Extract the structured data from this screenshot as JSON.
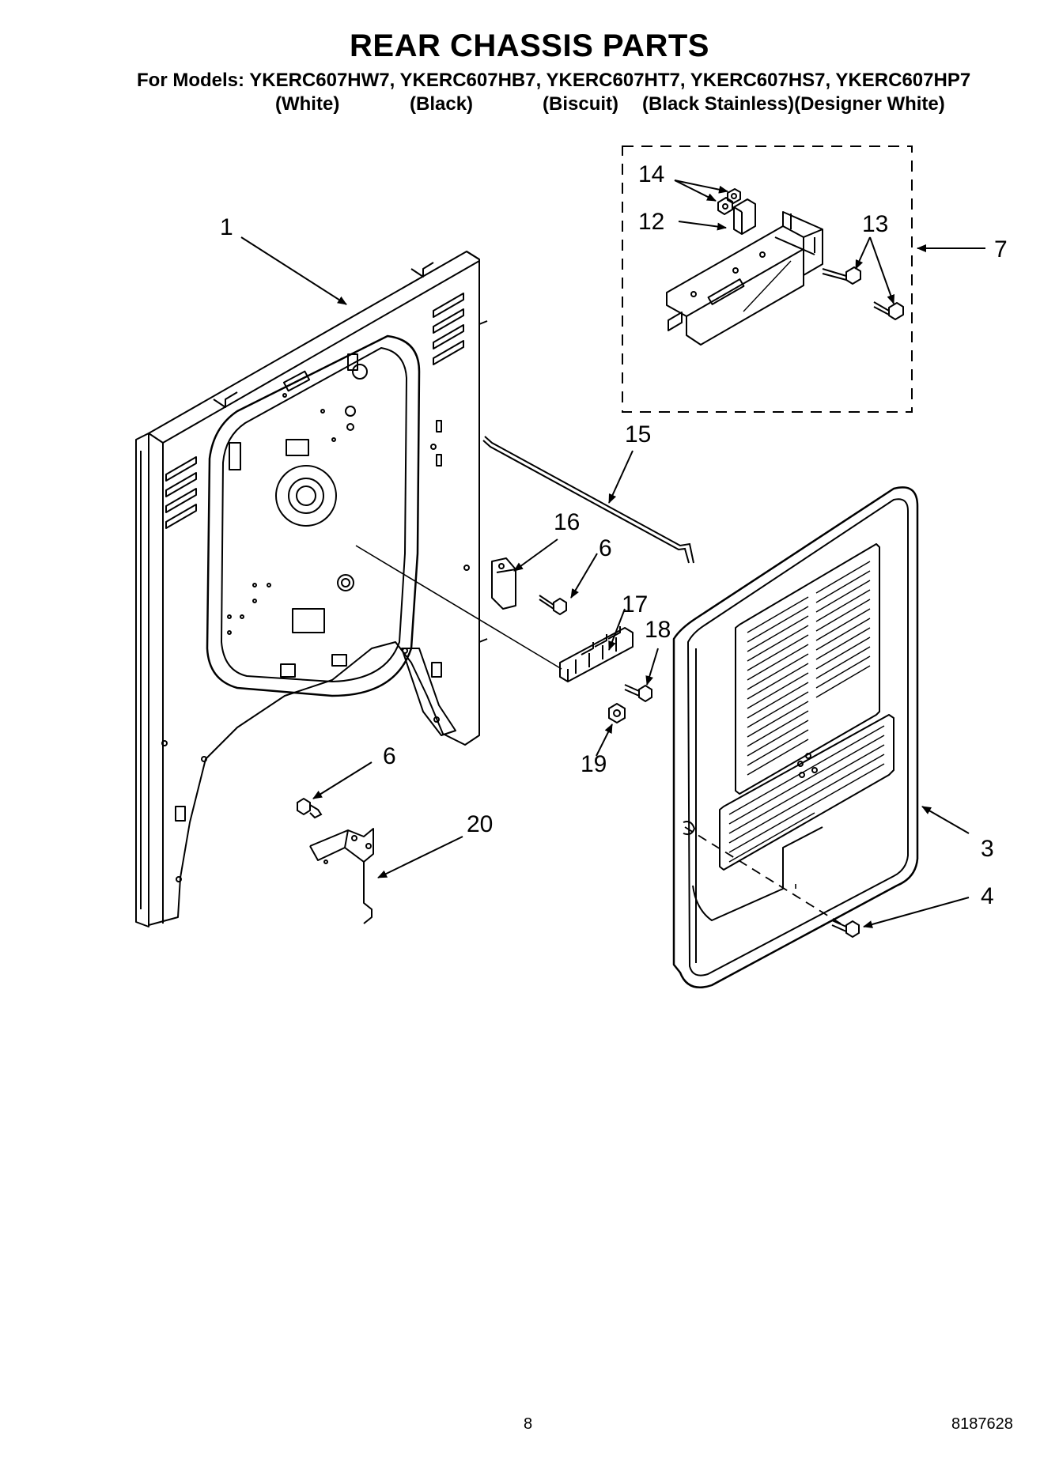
{
  "header": {
    "title": "REAR CHASSIS PARTS",
    "models_line": "For Models: YKERC607HW7, YKERC607HB7, YKERC607HT7, YKERC607HS7, YKERC607HP7",
    "variants": [
      "(White)",
      "(Black)",
      "(Biscuit)",
      "(Black Stainless)(Designer White)"
    ]
  },
  "callouts": {
    "c1": "1",
    "c3": "3",
    "c4": "4",
    "c6a": "6",
    "c6b": "6",
    "c7": "7",
    "c12": "12",
    "c13": "13",
    "c14": "14",
    "c15": "15",
    "c16": "16",
    "c17": "17",
    "c18": "18",
    "c19": "19",
    "c20": "20"
  },
  "footer": {
    "page": "8",
    "doc_number": "8187628"
  }
}
